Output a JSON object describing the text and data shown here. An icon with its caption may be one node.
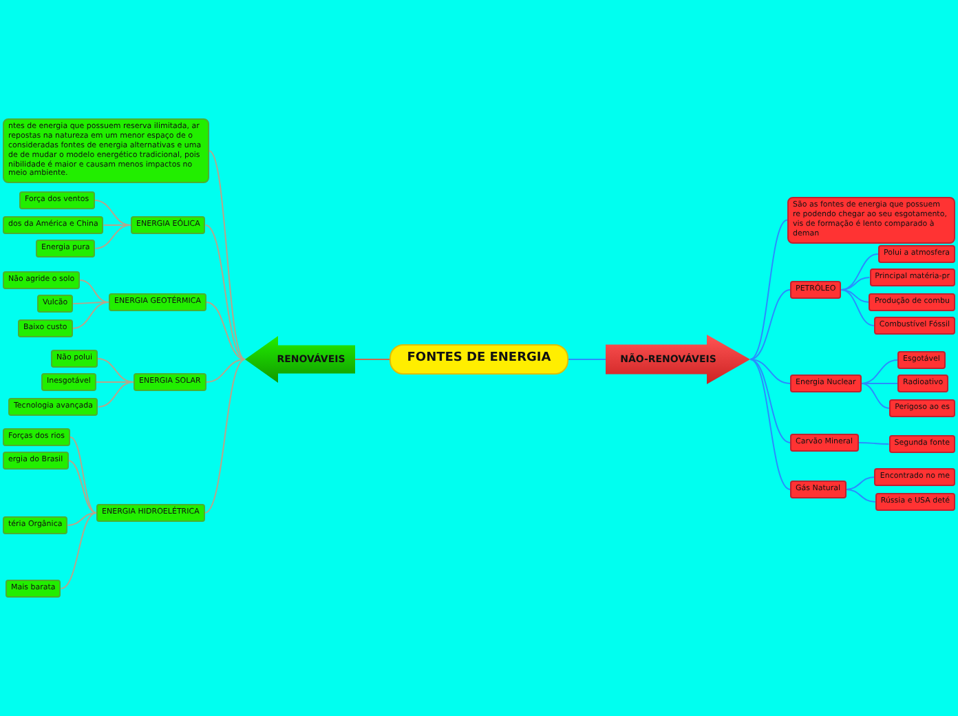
{
  "diagram": {
    "nodes": [
      {
        "text": [
          "FONTES DE ENERGIA"
        ]
      },
      {
        "text": [
          "RENOVÁVEIS"
        ]
      },
      {
        "text": [
          "NÃO-RENOVÁVEIS"
        ]
      },
      {
        "text": [
          "ntes de energia que possuem reserva ilimitada, ar repostas na natureza em um menor espaço de o consideradas fontes de energia alternativas e uma de de mudar o modelo energético tradicional, pois nibilidade é maior e causam menos impactos no meio ambiente."
        ]
      },
      {
        "text": [
          "ENERGIA EÓLICA"
        ]
      },
      {
        "text": [
          "Força dos ventos"
        ]
      },
      {
        "text": [
          "dos da América e China"
        ]
      },
      {
        "text": [
          "Energia pura"
        ]
      },
      {
        "text": [
          "ENERGIA GEOTÉRMICA"
        ]
      },
      {
        "text": [
          "Não agride o solo"
        ]
      },
      {
        "text": [
          "Vulcão"
        ]
      },
      {
        "text": [
          "Baixo custo"
        ]
      },
      {
        "text": [
          "ENERGIA SOLAR"
        ]
      },
      {
        "text": [
          "Não polui"
        ]
      },
      {
        "text": [
          "Inesgotável"
        ]
      },
      {
        "text": [
          "Tecnologia avançada"
        ]
      },
      {
        "text": [
          "ENERGIA HIDROELÉTRICA"
        ]
      },
      {
        "text": [
          "Forças dos rios"
        ]
      },
      {
        "text": [
          "ergia do Brasil"
        ]
      },
      {
        "text": [
          "téria Orgânica"
        ]
      },
      {
        "text": [
          "Mais barata"
        ]
      },
      {
        "text": [
          "São as fontes de energia que possuem re podendo chegar ao seu esgotamento, vis de formação é lento comparado à deman"
        ]
      },
      {
        "text": [
          "PETRÓLEO"
        ]
      },
      {
        "text": [
          "Polui a atmosfera"
        ]
      },
      {
        "text": [
          "Principal matéria-pr"
        ]
      },
      {
        "text": [
          "Produção de combu"
        ]
      },
      {
        "text": [
          "Combustível Fóssil"
        ]
      },
      {
        "text": [
          "Energia Nuclear"
        ]
      },
      {
        "text": [
          "Esgotável"
        ]
      },
      {
        "text": [
          "Radioativo"
        ]
      },
      {
        "text": [
          "Perigoso ao es"
        ]
      },
      {
        "text": [
          "Carvão Mineral"
        ]
      },
      {
        "text": [
          "Segunda fonte"
        ]
      },
      {
        "text": [
          "Gás Natural"
        ]
      },
      {
        "text": [
          "Encontrado no me"
        ]
      },
      {
        "text": [
          "Rússia e USA deté"
        ]
      }
    ],
    "edges": [
      {
        "from": 0,
        "to": 1,
        "arrow": "none",
        "color": "#c86a50"
      },
      {
        "from": 0,
        "to": 2,
        "arrow": "none",
        "color": "#2a8cff"
      },
      {
        "from": 1,
        "to": 3,
        "arrow": "none"
      },
      {
        "from": 1,
        "to": 4,
        "arrow": "none"
      },
      {
        "from": 1,
        "to": 8,
        "arrow": "none"
      },
      {
        "from": 1,
        "to": 12,
        "arrow": "none"
      },
      {
        "from": 1,
        "to": 16,
        "arrow": "none"
      },
      {
        "from": 4,
        "to": 5,
        "arrow": "none"
      },
      {
        "from": 4,
        "to": 6,
        "arrow": "none"
      },
      {
        "from": 4,
        "to": 7,
        "arrow": "none"
      },
      {
        "from": 8,
        "to": 9,
        "arrow": "none"
      },
      {
        "from": 8,
        "to": 10,
        "arrow": "none"
      },
      {
        "from": 8,
        "to": 11,
        "arrow": "none"
      },
      {
        "from": 12,
        "to": 13,
        "arrow": "none"
      },
      {
        "from": 12,
        "to": 14,
        "arrow": "none"
      },
      {
        "from": 12,
        "to": 15,
        "arrow": "none"
      },
      {
        "from": 16,
        "to": 17,
        "arrow": "none"
      },
      {
        "from": 16,
        "to": 18,
        "arrow": "none"
      },
      {
        "from": 16,
        "to": 19,
        "arrow": "none"
      },
      {
        "from": 16,
        "to": 20,
        "arrow": "none"
      },
      {
        "from": 2,
        "to": 21,
        "arrow": "none",
        "color": "#2a8cff"
      },
      {
        "from": 2,
        "to": 22,
        "arrow": "none",
        "color": "#2a8cff"
      },
      {
        "from": 2,
        "to": 27,
        "arrow": "none",
        "color": "#2a8cff"
      },
      {
        "from": 2,
        "to": 31,
        "arrow": "none",
        "color": "#2a8cff"
      },
      {
        "from": 2,
        "to": 33,
        "arrow": "none",
        "color": "#2a8cff"
      },
      {
        "from": 22,
        "to": 23,
        "arrow": "none",
        "color": "#2a8cff"
      },
      {
        "from": 22,
        "to": 24,
        "arrow": "none",
        "color": "#2a8cff"
      },
      {
        "from": 22,
        "to": 25,
        "arrow": "none",
        "color": "#2a8cff"
      },
      {
        "from": 22,
        "to": 26,
        "arrow": "none",
        "color": "#2a8cff"
      },
      {
        "from": 27,
        "to": 28,
        "arrow": "none",
        "color": "#2a8cff"
      },
      {
        "from": 27,
        "to": 29,
        "arrow": "none",
        "color": "#2a8cff"
      },
      {
        "from": 27,
        "to": 30,
        "arrow": "none",
        "color": "#2a8cff"
      },
      {
        "from": 31,
        "to": 32,
        "arrow": "none",
        "color": "#2a8cff"
      },
      {
        "from": 33,
        "to": 34,
        "arrow": "none",
        "color": "#2a8cff"
      },
      {
        "from": 33,
        "to": 35,
        "arrow": "none",
        "color": "#2a8cff"
      }
    ]
  }
}
